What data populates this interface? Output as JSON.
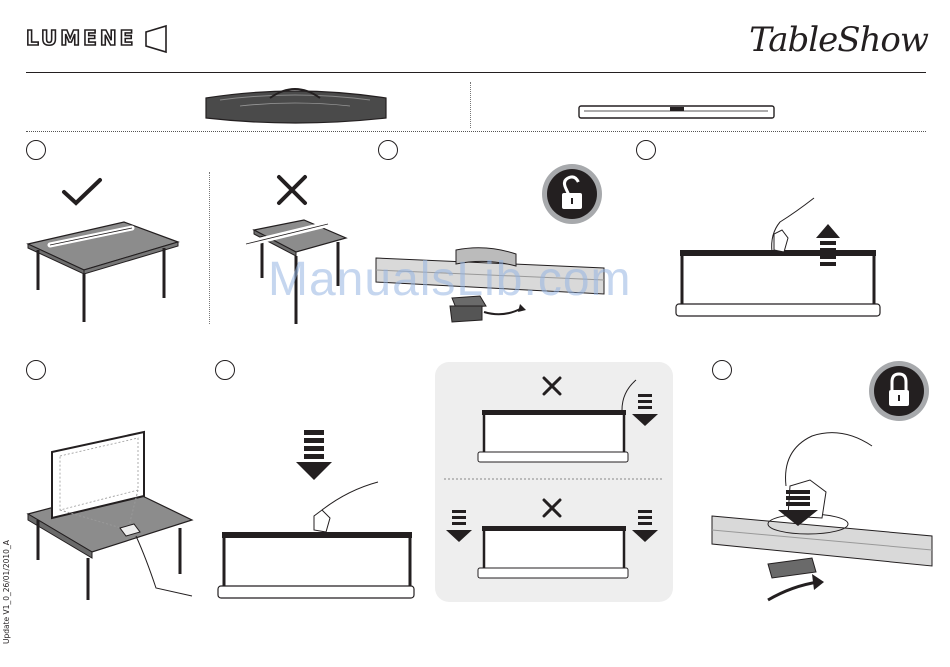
{
  "header": {
    "brand_logo": "LUMENE",
    "product_logo": "TableShow"
  },
  "steps": [
    {
      "marker": "step-circle"
    },
    {
      "marker": "step-circle"
    },
    {
      "marker": "step-circle"
    },
    {
      "marker": "step-circle"
    },
    {
      "marker": "step-circle"
    },
    {
      "marker": "step-circle"
    }
  ],
  "watermark": "ManualsLib.com",
  "footer": {
    "update_text": "Update V1_0_26/01/2010_A"
  },
  "icons": {
    "check": "check-icon",
    "cross": "cross-icon",
    "unlock": "unlock-icon",
    "lock": "lock-icon",
    "arrow_up": "arrow-up-icon",
    "arrow_down": "arrow-down-icon"
  }
}
